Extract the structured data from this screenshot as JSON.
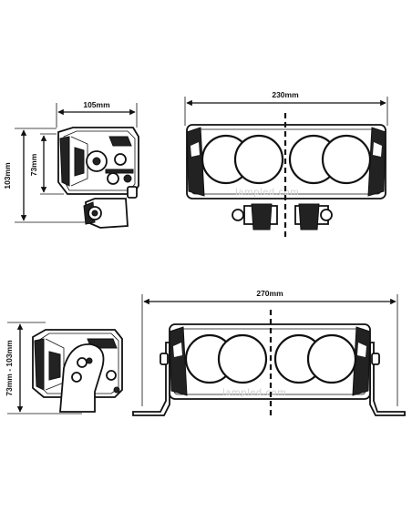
{
  "diagram": {
    "top": {
      "side_width_label": "105mm",
      "side_height_outer_label": "103mm",
      "side_height_inner_label": "73mm",
      "front_width_label": "230mm",
      "watermark": "lampled.com"
    },
    "bottom": {
      "side_height_label": "73mm - 103mm",
      "front_width_label": "270mm",
      "watermark": "lampled.com"
    }
  }
}
